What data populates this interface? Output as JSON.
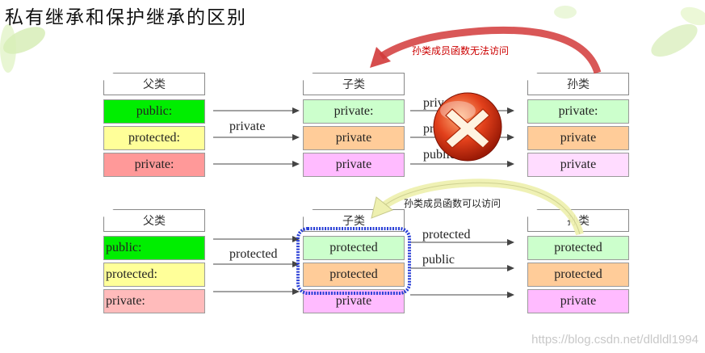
{
  "title": "私有继承和保护继承的区别",
  "top": {
    "headers": {
      "parent": "父类",
      "child": "子类",
      "grandchild": "孙类"
    },
    "parent_cells": [
      "public:",
      "protected:",
      "private:"
    ],
    "child_cells": [
      "private:",
      "private",
      "private"
    ],
    "grandchild_cells": [
      "private:",
      "private",
      "private"
    ],
    "middle_label": "private",
    "child_to_grand_labels": [
      "private",
      "private",
      "public"
    ],
    "note": "孙类成员函数无法访问"
  },
  "bottom": {
    "headers": {
      "parent": "父类",
      "child": "子类",
      "grandchild": "孙类"
    },
    "parent_cells": [
      "public:",
      "protected:",
      "private:"
    ],
    "child_cells": [
      "protected",
      "protected",
      "private"
    ],
    "grandchild_cells": [
      "protected",
      "protected",
      "private"
    ],
    "middle_label": "protected",
    "child_to_grand_labels": [
      "protected",
      "public"
    ],
    "note": "孙类成员函数可以访问"
  },
  "colors": {
    "green": "#00ee00",
    "yellow": "#ffff99",
    "red": "#ff9999",
    "pale_green": "#ccffcc",
    "orange": "#ffcc99",
    "violet": "#ffbbff"
  },
  "watermark": "https://blog.csdn.net/dldldl1994"
}
